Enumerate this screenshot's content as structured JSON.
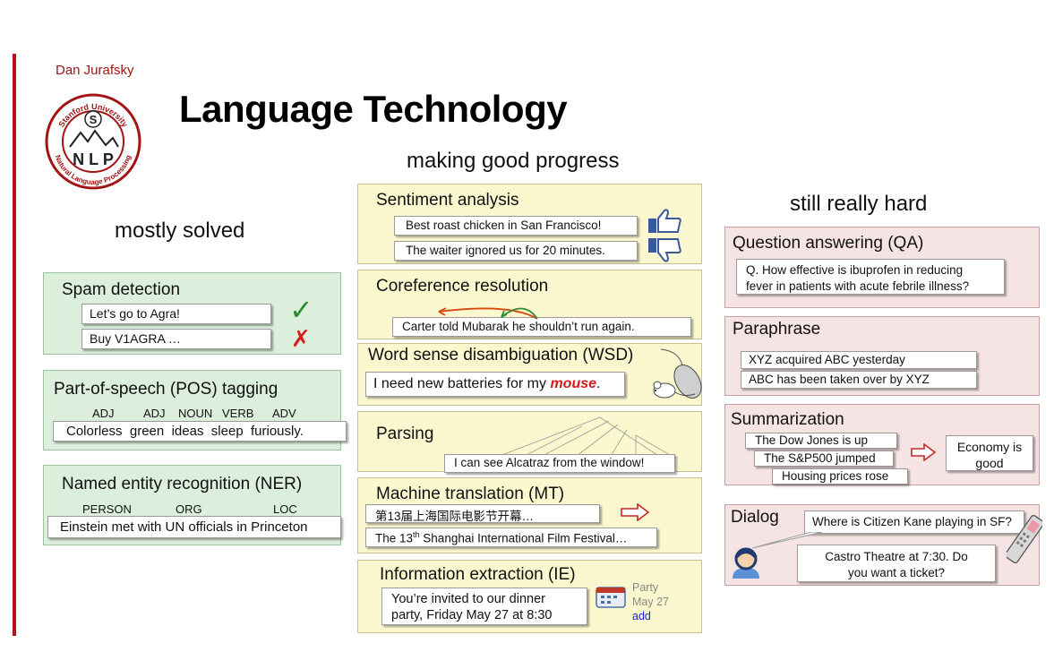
{
  "header": {
    "author": "Dan Jurafsky",
    "title": "Language Technology",
    "logo": {
      "top_text": "Stanford University",
      "letters": "S",
      "nlp": "N L P",
      "bottom_text": "Natural Language Processing"
    }
  },
  "columns": {
    "mostly_solved": "mostly solved",
    "making_progress": "making good progress",
    "still_hard": "still really hard"
  },
  "spam": {
    "title": "Spam detection",
    "ex1": "Let’s go to Agra!",
    "ex2": "Buy V1AGRA …",
    "good_icon": "check-mark-icon",
    "bad_icon": "cross-mark-icon"
  },
  "pos": {
    "title": "Part-of-speech (POS) tagging",
    "tags": [
      "ADJ",
      "ADJ",
      "NOUN",
      "VERB",
      "ADV"
    ],
    "words": [
      "Colorless",
      "green",
      "ideas",
      "sleep",
      "furiously."
    ]
  },
  "ner": {
    "title": "Named entity recognition (NER)",
    "tags": [
      "PERSON",
      "ORG",
      "LOC"
    ],
    "sentence": "Einstein met with UN officials in Princeton"
  },
  "sentiment": {
    "title": "Sentiment analysis",
    "ex1": "Best roast chicken in San Francisco!",
    "ex2": "The waiter ignored us for 20 minutes."
  },
  "coref": {
    "title": "Coreference resolution",
    "sentence": "Carter told Mubarak he shouldn’t run again."
  },
  "wsd": {
    "title": "Word sense disambiguation (WSD)",
    "prefix": "I need new batteries for my ",
    "keyword": "mouse",
    "suffix": "."
  },
  "parsing": {
    "title": "Parsing",
    "sentence": "I can see Alcatraz from the window!"
  },
  "mt": {
    "title": "Machine translation (MT)",
    "source": "第13届上海国际电影节开幕…",
    "target_pre": "The 13",
    "target_sup": "th",
    "target_post": " Shanghai International Film Festival…"
  },
  "ie": {
    "title": "Information extraction (IE)",
    "line1": "You’re invited to our dinner",
    "line2": "party, Friday May 27 at 8:30",
    "event": "Party",
    "date": "May 27",
    "add": "add"
  },
  "qa": {
    "title": "Question answering (QA)",
    "q1": "Q. How effective is ibuprofen in reducing",
    "q2": "fever in patients with acute febrile illness?"
  },
  "paraphrase": {
    "title": "Paraphrase",
    "ex1": "XYZ acquired ABC yesterday",
    "ex2": "ABC has been taken over by XYZ"
  },
  "summ": {
    "title": "Summarization",
    "s1": "The Dow Jones is up",
    "s2": "The S&P500 jumped",
    "s3": "Housing prices rose",
    "out1": "Economy is",
    "out2": "good"
  },
  "dialog": {
    "title": "Dialog",
    "q": "Where is Citizen Kane playing in SF?",
    "a1": "Castro Theatre at 7:30. Do",
    "a2": "you want a ticket?"
  },
  "colors": {
    "accent": "#b5121b",
    "green_panel": "#dcefdc",
    "yellow_panel": "#fbf8cf",
    "pink_panel": "#f6e4e4"
  }
}
